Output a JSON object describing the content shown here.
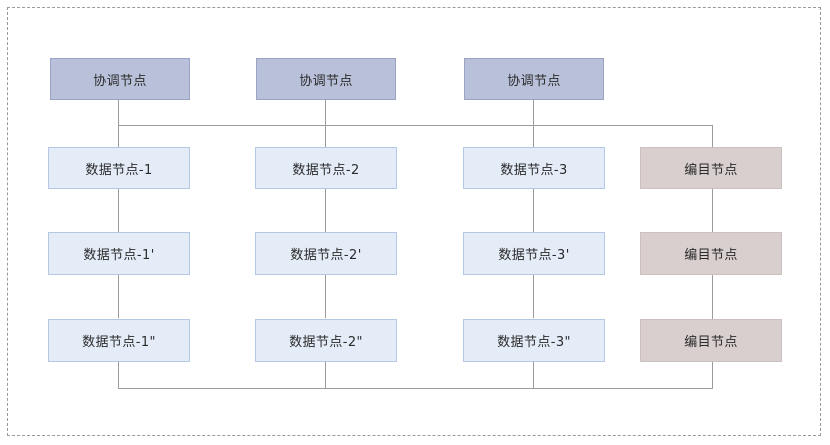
{
  "diagram": {
    "title_present": false,
    "colors": {
      "coordinator_fill": "#b9c1da",
      "coordinator_stroke": "#9aa4c4",
      "data_fill": "#e4ecf8",
      "data_stroke": "#b4c7e3",
      "catalog_fill": "#d9cfcf",
      "catalog_stroke": "#cdc0c0",
      "edge": "#9b9b9b",
      "frame": "#9a9a9a",
      "text": "#2b2b2b",
      "background": "#ffffff"
    },
    "rows": {
      "coordinator_row": [
        {
          "label": "协调节点"
        },
        {
          "label": "协调节点"
        },
        {
          "label": "协调节点"
        }
      ],
      "data_row_1": [
        {
          "label": "数据节点-1"
        },
        {
          "label": "数据节点-2"
        },
        {
          "label": "数据节点-3"
        },
        {
          "label": "编目节点"
        }
      ],
      "data_row_2": [
        {
          "label": "数据节点-1'"
        },
        {
          "label": "数据节点-2'"
        },
        {
          "label": "数据节点-3'"
        },
        {
          "label": "编目节点"
        }
      ],
      "data_row_3": [
        {
          "label": "数据节点-1\""
        },
        {
          "label": "数据节点-2\""
        },
        {
          "label": "数据节点-3\""
        },
        {
          "label": "编目节点"
        }
      ]
    }
  }
}
